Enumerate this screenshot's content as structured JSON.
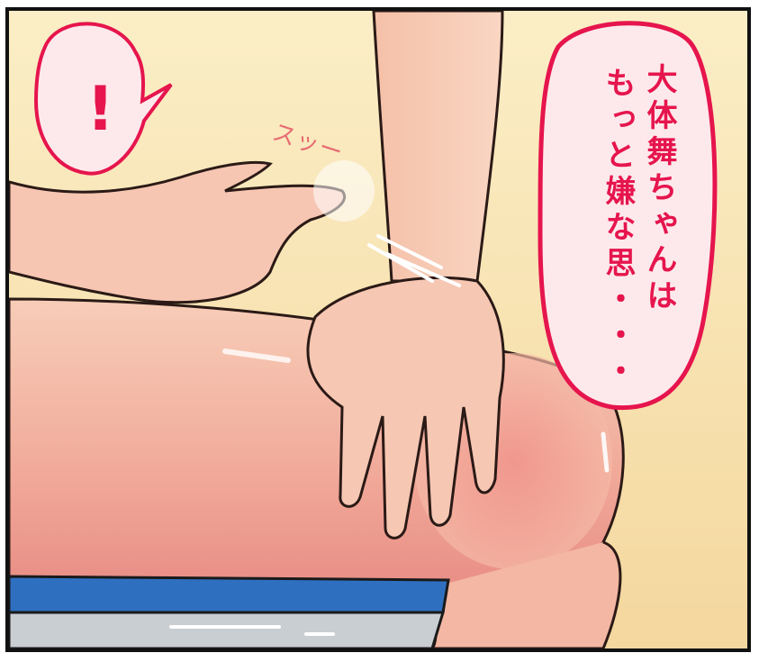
{
  "speech_bubble_right": {
    "line1": "大体舞ちゃんは",
    "line2": "もっと嫌な思・・・"
  },
  "speech_bubble_left": {
    "text": "!"
  },
  "sound_effect": {
    "text": "スッー"
  },
  "colors": {
    "text_accent": "#e6154d",
    "bubble_fill": "#fde9ec",
    "skin": "#f6c6b0",
    "background": "#f6e3b0",
    "bench": "#2f6fbf"
  }
}
